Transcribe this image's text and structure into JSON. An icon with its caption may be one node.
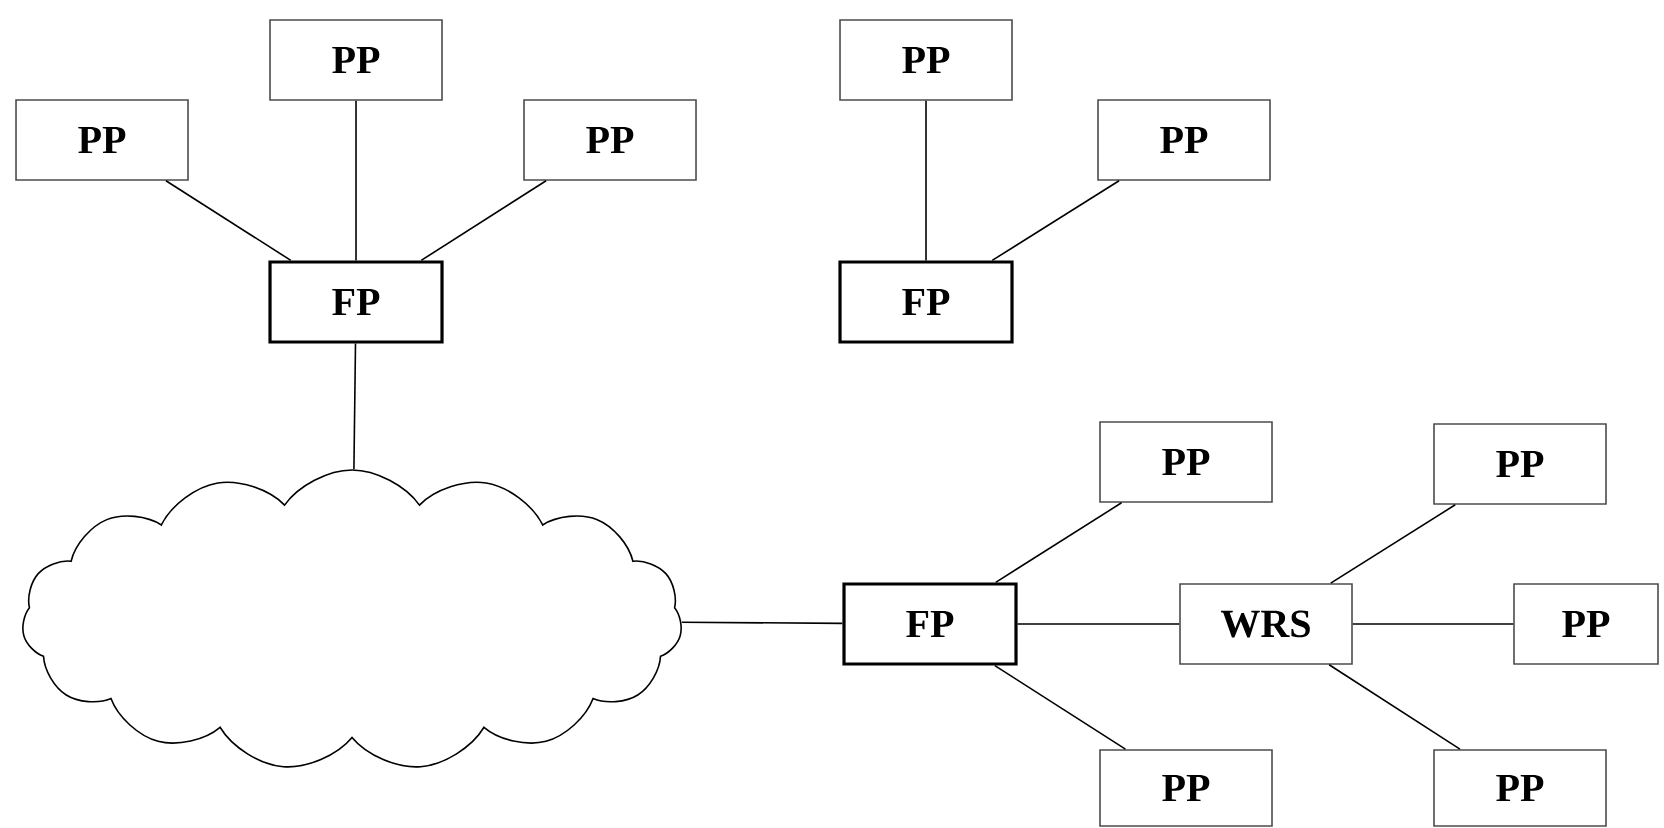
{
  "diagram": {
    "nodes": [
      {
        "text": [
          "PP"
        ]
      },
      {
        "text": [
          "PP"
        ]
      },
      {
        "text": [
          "PP"
        ]
      },
      {
        "text": [
          "FP"
        ]
      },
      {
        "text": [
          "PP"
        ]
      },
      {
        "text": [
          "PP"
        ]
      },
      {
        "text": [
          "FP"
        ]
      },
      {
        "text": [],
        "shape": "cloud"
      },
      {
        "text": [
          "PP"
        ]
      },
      {
        "text": [
          "FP"
        ]
      },
      {
        "text": [
          "WRS"
        ]
      },
      {
        "text": [
          "PP"
        ]
      },
      {
        "text": [
          "PP"
        ]
      },
      {
        "text": [
          "PP"
        ]
      },
      {
        "text": [
          "PP"
        ]
      }
    ],
    "edges": [
      {
        "from": 0,
        "to": 3,
        "arrow": "none"
      },
      {
        "from": 1,
        "to": 3,
        "arrow": "none"
      },
      {
        "from": 2,
        "to": 3,
        "arrow": "none"
      },
      {
        "from": 4,
        "to": 6,
        "arrow": "none"
      },
      {
        "from": 5,
        "to": 6,
        "arrow": "none"
      },
      {
        "from": 3,
        "to": 7,
        "arrow": "none"
      },
      {
        "from": 7,
        "to": 9,
        "arrow": "none"
      },
      {
        "from": 9,
        "to": 8,
        "arrow": "none"
      },
      {
        "from": 9,
        "to": 10,
        "arrow": "none"
      },
      {
        "from": 9,
        "to": 13,
        "arrow": "none"
      },
      {
        "from": 10,
        "to": 11,
        "arrow": "none"
      },
      {
        "from": 10,
        "to": 12,
        "arrow": "none"
      },
      {
        "from": 10,
        "to": 14,
        "arrow": "none"
      }
    ]
  }
}
